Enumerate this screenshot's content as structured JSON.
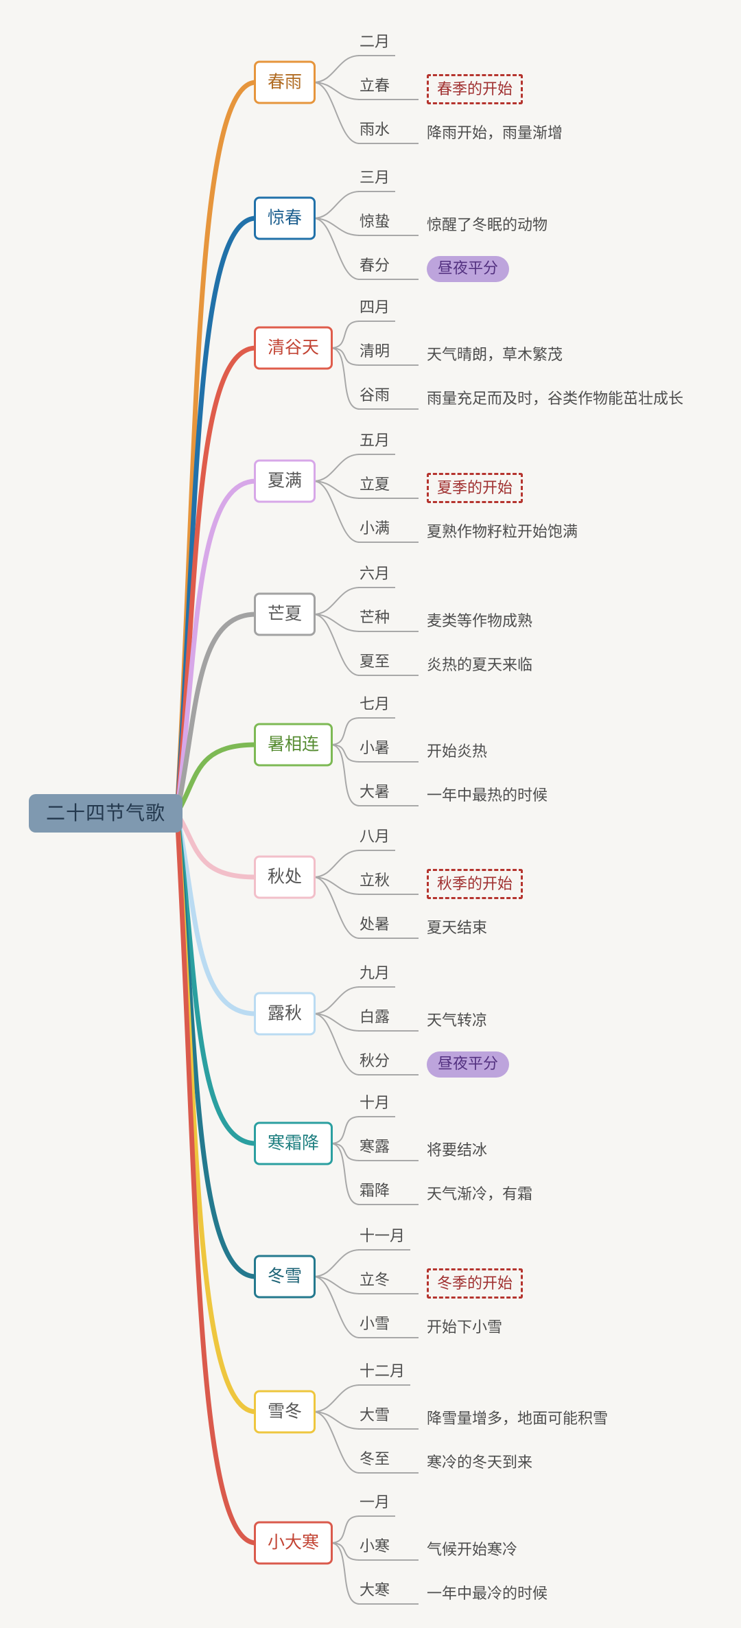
{
  "root": {
    "label": "二十四节气歌",
    "bg": "#7f99b0",
    "text_color": "#23384d"
  },
  "palette": {
    "background": "#f7f6f3",
    "connector_gray": "#a8a8a8",
    "child_text": "#4d4d4d",
    "dashed_box_border": "#b5342e",
    "dashed_box_text": "#a03030",
    "pill_bg": "#bda4dc",
    "pill_text": "#533180"
  },
  "branches": [
    {
      "label": "春雨",
      "color": "#e6953c",
      "text_color": "#b06a20",
      "month": "二月",
      "terms": [
        {
          "name": "立春",
          "desc": "春季的开始",
          "style": "dashed"
        },
        {
          "name": "雨水",
          "desc": "降雨开始，雨量渐增",
          "style": "plain"
        }
      ]
    },
    {
      "label": "惊春",
      "color": "#2171a9",
      "text_color": "#1d5f8f",
      "month": "三月",
      "terms": [
        {
          "name": "惊蛰",
          "desc": "惊醒了冬眠的动物",
          "style": "plain"
        },
        {
          "name": "春分",
          "desc": "昼夜平分",
          "style": "pill"
        }
      ]
    },
    {
      "label": "清谷天",
      "color": "#df5c4b",
      "text_color": "#c24434",
      "month": "四月",
      "terms": [
        {
          "name": "清明",
          "desc": "天气晴朗，草木繁茂",
          "style": "plain"
        },
        {
          "name": "谷雨",
          "desc": "雨量充足而及时，谷类作物能茁壮成长",
          "style": "plain"
        }
      ]
    },
    {
      "label": "夏满",
      "color": "#d7a7e8",
      "text_color": "#555555",
      "month": "五月",
      "terms": [
        {
          "name": "立夏",
          "desc": "夏季的开始",
          "style": "dashed"
        },
        {
          "name": "小满",
          "desc": "夏熟作物籽粒开始饱满",
          "style": "plain"
        }
      ]
    },
    {
      "label": "芒夏",
      "color": "#a2a2a2",
      "text_color": "#5a5a5a",
      "month": "六月",
      "terms": [
        {
          "name": "芒种",
          "desc": "麦类等作物成熟",
          "style": "plain"
        },
        {
          "name": "夏至",
          "desc": "炎热的夏天来临",
          "style": "plain"
        }
      ]
    },
    {
      "label": "暑相连",
      "color": "#7db954",
      "text_color": "#568c32",
      "month": "七月",
      "terms": [
        {
          "name": "小暑",
          "desc": "开始炎热",
          "style": "plain"
        },
        {
          "name": "大暑",
          "desc": "一年中最热的时候",
          "style": "plain"
        }
      ]
    },
    {
      "label": "秋处",
      "color": "#f2bfc9",
      "text_color": "#555555",
      "month": "八月",
      "terms": [
        {
          "name": "立秋",
          "desc": "秋季的开始",
          "style": "dashed"
        },
        {
          "name": "处暑",
          "desc": "夏天结束",
          "style": "plain"
        }
      ]
    },
    {
      "label": "露秋",
      "color": "#badbf2",
      "text_color": "#555555",
      "month": "九月",
      "terms": [
        {
          "name": "白露",
          "desc": "天气转凉",
          "style": "plain"
        },
        {
          "name": "秋分",
          "desc": "昼夜平分",
          "style": "pill"
        }
      ]
    },
    {
      "label": "寒霜降",
      "color": "#2b9fa0",
      "text_color": "#1e7f80",
      "month": "十月",
      "terms": [
        {
          "name": "寒露",
          "desc": "将要结冰",
          "style": "plain"
        },
        {
          "name": "霜降",
          "desc": "天气渐冷，有霜",
          "style": "plain"
        }
      ]
    },
    {
      "label": "冬雪",
      "color": "#24798e",
      "text_color": "#1b6275",
      "month": "十一月",
      "terms": [
        {
          "name": "立冬",
          "desc": "冬季的开始",
          "style": "dashed"
        },
        {
          "name": "小雪",
          "desc": "开始下小雪",
          "style": "plain"
        }
      ]
    },
    {
      "label": "雪冬",
      "color": "#eec63e",
      "text_color": "#555555",
      "month": "十二月",
      "terms": [
        {
          "name": "大雪",
          "desc": "降雪量增多，地面可能积雪",
          "style": "plain"
        },
        {
          "name": "冬至",
          "desc": "寒冷的冬天到来",
          "style": "plain"
        }
      ]
    },
    {
      "label": "小大寒",
      "color": "#da5a4c",
      "text_color": "#c24434",
      "month": "一月",
      "terms": [
        {
          "name": "小寒",
          "desc": "气候开始寒冷",
          "style": "plain"
        },
        {
          "name": "大寒",
          "desc": "一年中最冷的时候",
          "style": "plain"
        }
      ]
    }
  ]
}
